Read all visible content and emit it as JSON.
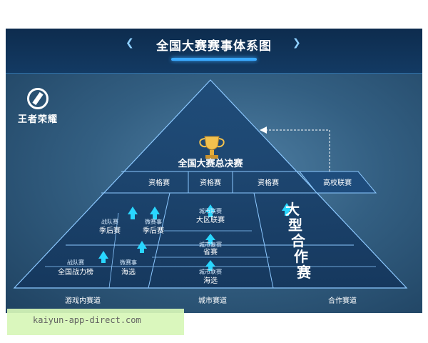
{
  "title": "全国大赛赛事体系图",
  "brand": "王者荣耀",
  "apex": "全国大赛总决赛",
  "qualifiers": [
    "资格赛",
    "资格赛",
    "资格赛"
  ],
  "college": "高校联赛",
  "partner_label": "大型合作赛",
  "left_upper": [
    {
      "line1": "战队赛",
      "line2": "季后赛"
    },
    {
      "line1": "微赛事",
      "line2": "季后赛"
    }
  ],
  "left_lower": [
    {
      "line1": "战队赛",
      "line2": "全国战力榜"
    },
    {
      "line1": "微赛事",
      "line2": "海选"
    }
  ],
  "city_stack": [
    {
      "line1": "城市联赛",
      "line2": "大区联赛"
    },
    {
      "line1": "城市复赛",
      "line2": "省赛"
    },
    {
      "line1": "城市联赛",
      "line2": "海选"
    }
  ],
  "tracks": [
    "游戏内赛道",
    "城市赛道",
    "合作赛道"
  ],
  "watermark": "kaiyun-app-direct.com",
  "colors": {
    "background": "#335f82",
    "title_bar": "#0d2c4e",
    "arrow": "#29d6ff",
    "trophy": "#f2c14e"
  }
}
